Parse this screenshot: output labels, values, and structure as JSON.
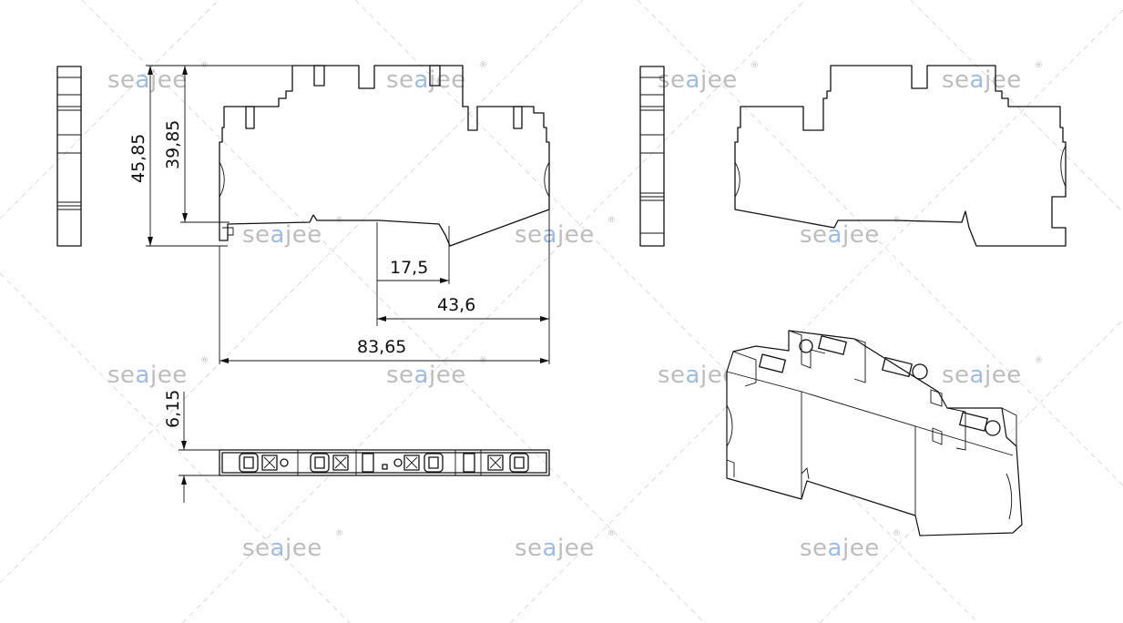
{
  "watermark": {
    "brand_prefix": "se",
    "brand_accent": "a",
    "brand_suffix": "jee",
    "registered_mark": "®",
    "brand_color": "#bdbdbd",
    "accent_color": "#9dbde6"
  },
  "dimensions": {
    "overall_height": "45,85",
    "upper_height": "39,85",
    "rail_offset": "17,5",
    "half_length": "43,6",
    "overall_length": "83,65",
    "width": "6,15"
  },
  "colors": {
    "line": "#111111",
    "background": "#ffffff",
    "guide_lines": "#d2d2d2"
  }
}
